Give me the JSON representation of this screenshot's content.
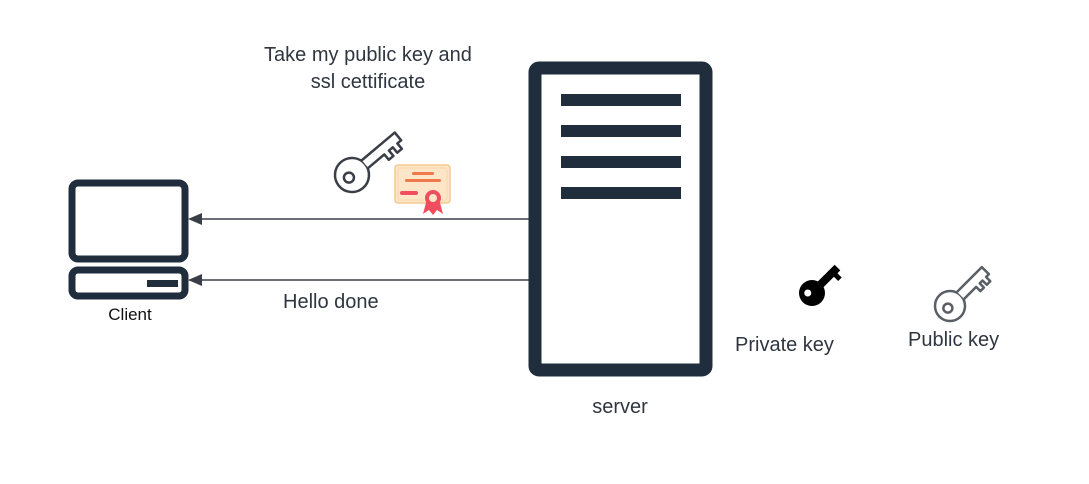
{
  "message_top": {
    "line1": "Take my public key and",
    "line2": "ssl cettificate"
  },
  "message_bottom": "Hello done",
  "client_label": "Client",
  "server_label": "server",
  "private_key_label": "Private key",
  "public_key_label": "Public key",
  "colors": {
    "server": "#1f2d3d",
    "client": "#1f2d3d",
    "arrow": "#3a3f47",
    "certificate_bg": "#fde6c8",
    "certificate_ribbon": "#f04e5e",
    "certificate_text": "#f07a4a"
  },
  "icons": [
    "client-computer-icon",
    "server-icon",
    "public-key-icon",
    "certificate-icon",
    "private-key-icon"
  ]
}
